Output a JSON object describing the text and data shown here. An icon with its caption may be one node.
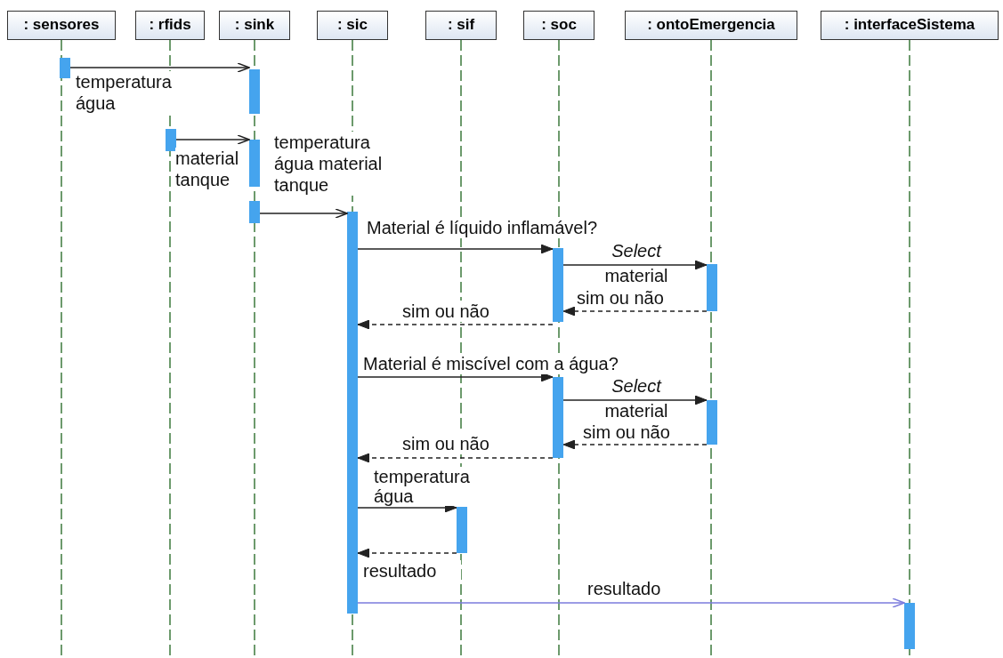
{
  "diagram": {
    "nodes": [
      {
        "text": [
          ": sensores"
        ]
      },
      {
        "text": [
          ": rfids"
        ]
      },
      {
        "text": [
          ": sink"
        ]
      },
      {
        "text": [
          ": sic"
        ]
      },
      {
        "text": [
          ": sif"
        ]
      },
      {
        "text": [
          ": soc"
        ]
      },
      {
        "text": [
          ": ontoEmergencia"
        ]
      },
      {
        "text": [
          ": interfaceSistema"
        ]
      },
      {
        "text": [],
        "shape": "bar"
      },
      {
        "text": [],
        "shape": "bar"
      },
      {
        "text": [],
        "shape": "bar"
      },
      {
        "text": [],
        "shape": "bar"
      },
      {
        "text": [],
        "shape": "bar"
      },
      {
        "text": [],
        "shape": "bar"
      },
      {
        "text": [],
        "shape": "bar"
      },
      {
        "text": [],
        "shape": "bar"
      },
      {
        "text": [],
        "shape": "bar"
      },
      {
        "text": [],
        "shape": "bar"
      },
      {
        "text": [],
        "shape": "bar"
      },
      {
        "text": [],
        "shape": "bar"
      }
    ],
    "edges": [
      {
        "from": 8,
        "to": 9,
        "arrow": "to",
        "label": "temperatura água"
      },
      {
        "from": 10,
        "to": 11,
        "arrow": "to",
        "label": "material tanque"
      },
      {
        "from": 12,
        "to": 13,
        "arrow": "to",
        "label": "temperatura água material tanque"
      },
      {
        "from": 13,
        "to": 14,
        "arrow": "to",
        "label": "Material é líquido inflamável?"
      },
      {
        "from": 14,
        "to": 15,
        "arrow": "to",
        "label": "*Select* material"
      },
      {
        "from": 15,
        "to": 14,
        "arrow": "to",
        "label": "sim ou não",
        "style": "dashed"
      },
      {
        "from": 14,
        "to": 13,
        "arrow": "to",
        "label": "sim ou não",
        "style": "dashed"
      },
      {
        "from": 13,
        "to": 16,
        "arrow": "to",
        "label": "Material é miscível com a água?"
      },
      {
        "from": 16,
        "to": 17,
        "arrow": "to",
        "label": "*Select* material"
      },
      {
        "from": 17,
        "to": 16,
        "arrow": "to",
        "label": "sim ou não",
        "style": "dashed"
      },
      {
        "from": 16,
        "to": 13,
        "arrow": "to",
        "label": "sim ou não",
        "style": "dashed"
      },
      {
        "from": 13,
        "to": 18,
        "arrow": "to",
        "label": "temperatura água"
      },
      {
        "from": 18,
        "to": 13,
        "arrow": "to",
        "label": "resultado",
        "style": "dashed"
      },
      {
        "from": 13,
        "to": 19,
        "arrow": "to",
        "label": "resultado",
        "color": "#7b7bdc"
      }
    ]
  }
}
